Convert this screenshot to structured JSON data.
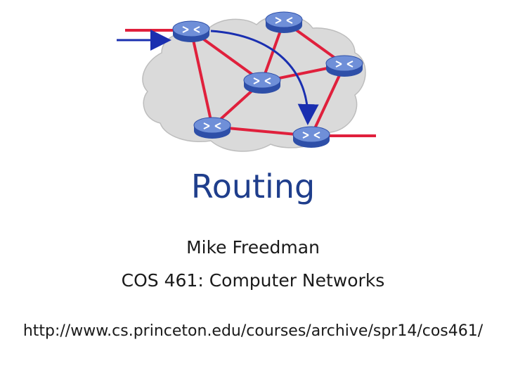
{
  "slide": {
    "title": "Routing",
    "author": "Mike Freedman",
    "course": "COS 461: Computer Networks",
    "url": "http://www.cs.princeton.edu/courses/archive/spr14/cos461/"
  },
  "diagram": {
    "colors": {
      "cloud": "#dadada",
      "cloud_stroke": "#bdbdbd",
      "link": "#e0203c",
      "path_arrow": "#1a2fb0",
      "router_top": "#6f8fd8",
      "router_side": "#2e4fa8"
    },
    "router_icon": "router-icon"
  }
}
